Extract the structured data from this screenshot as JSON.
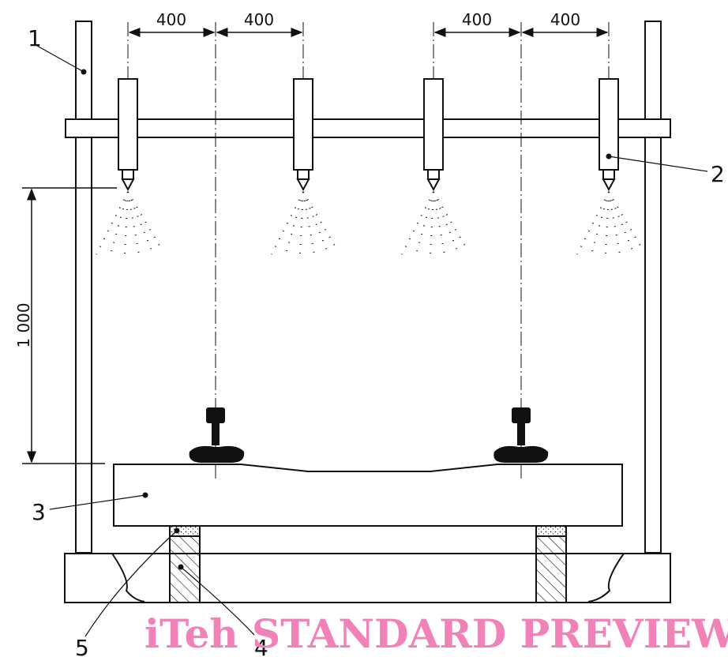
{
  "figure": {
    "dimensions": {
      "spacing": [
        "400",
        "400",
        "400",
        "400"
      ],
      "height": "1 000"
    },
    "callouts": [
      "1",
      "2",
      "3",
      "4",
      "5"
    ],
    "watermark": "iTeh STANDARD PREVIEW",
    "colors": {
      "line": "#111111",
      "watermark": "#f082b8"
    }
  }
}
